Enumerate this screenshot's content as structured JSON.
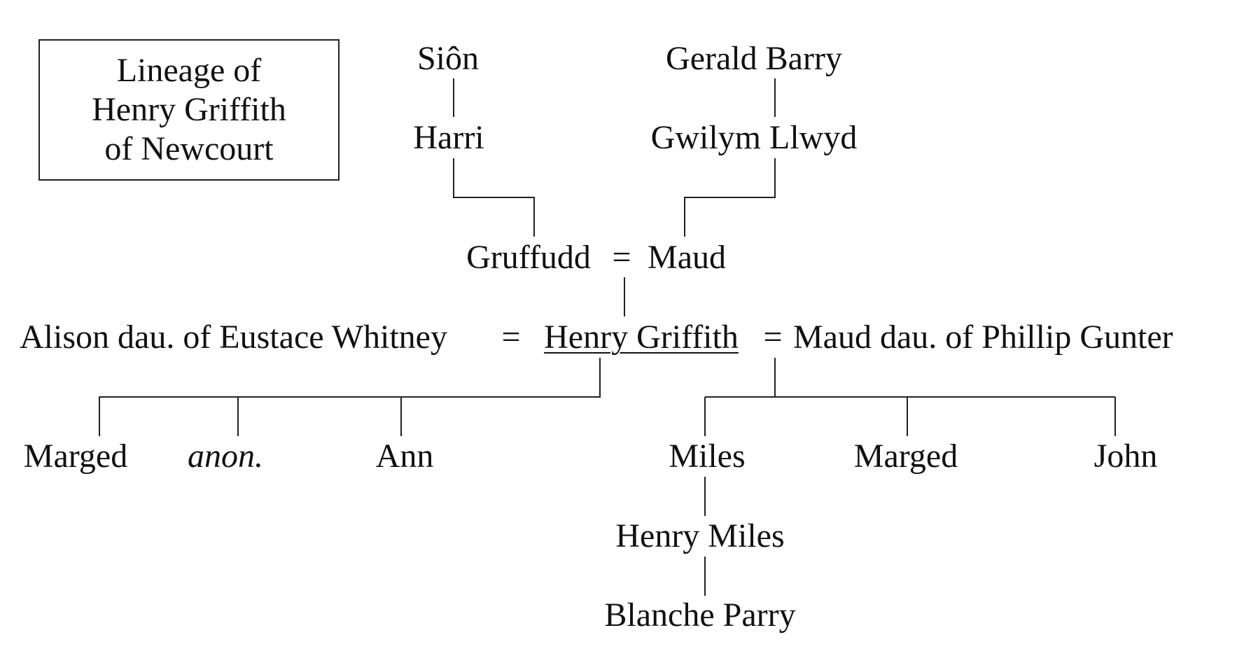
{
  "title": {
    "line1": "Lineage of",
    "line2": "Henry Griffith",
    "line3": "of Newcourt"
  },
  "ancestors": {
    "sion": "Siôn",
    "gerald_barry": "Gerald Barry",
    "harri": "Harri",
    "gwilym_llwyd": "Gwilym Llwyd"
  },
  "parents": {
    "gruffudd": "Gruffudd",
    "equals": "=",
    "maud": "Maud"
  },
  "generation": {
    "alison": "Alison dau. of Eustace Whitney",
    "equals_left": "=",
    "henry_griffith": "Henry Griffith",
    "equals_right": "=",
    "maud_gunter": "Maud dau. of Phillip Gunter"
  },
  "children_first_marriage": [
    "Marged",
    "anon.",
    "Ann"
  ],
  "children_second_marriage": [
    "Miles",
    "Marged",
    "John"
  ],
  "descendants": {
    "henry_miles": "Henry Miles",
    "blanche_parry": "Blanche Parry"
  }
}
